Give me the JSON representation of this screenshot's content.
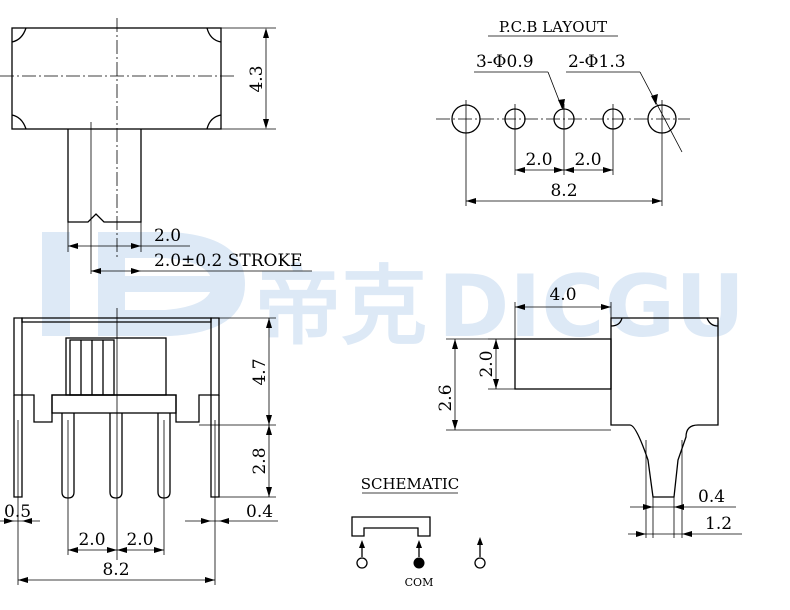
{
  "watermark": {
    "brand_cn": "帝克",
    "brand_en": "DICGU",
    "color": "#dde9f6"
  },
  "pcb_layout": {
    "title": "P.C.B LAYOUT",
    "small_hole_note": "3-Φ0.9",
    "large_hole_note": "2-Φ1.3",
    "pitch_left": "2.0",
    "pitch_right": "2.0",
    "total_width": "8.2"
  },
  "top_view": {
    "height": "4.3",
    "lever_width": "2.0",
    "stroke": "2.0±0.2 STROKE"
  },
  "front_view": {
    "body_height": "4.7",
    "pin_length": "2.8",
    "pin_width_left": "0.5",
    "pin_width_right": "0.4",
    "pitch_left": "2.0",
    "pitch_right": "2.0",
    "total_width": "8.2"
  },
  "side_view": {
    "body_width": "4.0",
    "lever_height": "2.0",
    "total_height": "2.6",
    "pin_width": "0.4",
    "pin_spread": "1.2"
  },
  "schematic": {
    "title": "SCHEMATIC",
    "common_label": "COM"
  }
}
